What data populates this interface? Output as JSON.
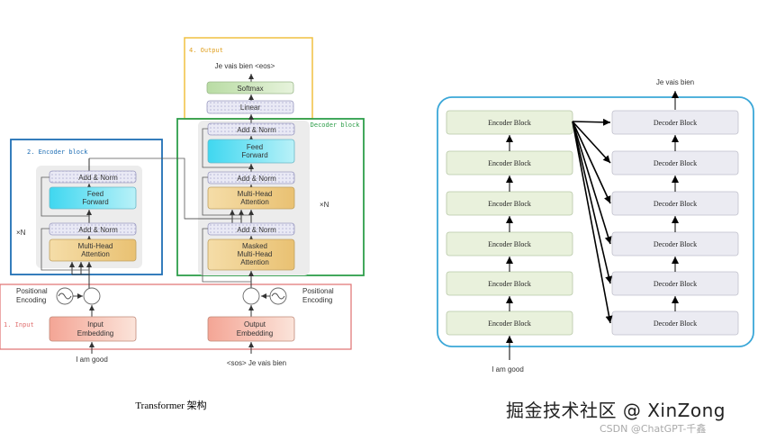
{
  "left": {
    "caption": "Transformer 架构",
    "sections": {
      "output": "4. Output",
      "decoder": "3. Decoder block",
      "encoder": "2. Encoder block",
      "input": "1. Input"
    },
    "output_text": "Je vais bien <eos>",
    "softmax": "Softmax",
    "linear": "Linear",
    "add_norm": "Add & Norm",
    "feed_forward": [
      "Feed",
      "Forward"
    ],
    "multi_head": [
      "Multi-Head",
      "Attention"
    ],
    "masked_multi_head": [
      "Masked",
      "Multi-Head",
      "Attention"
    ],
    "nx": "×N",
    "positional_encoding": [
      "Positional",
      "Encoding"
    ],
    "input_embedding": [
      "Input",
      "Embedding"
    ],
    "output_embedding": [
      "Output",
      "Embedding"
    ],
    "input_text": "I am good",
    "decoder_input_text": "<sos> Je vais bien"
  },
  "right": {
    "output_text": "Je vais bien",
    "input_text": "I am good",
    "encoder_label": "Encoder Block",
    "decoder_label": "Decoder Block",
    "encoder_count": 6,
    "decoder_count": 6
  },
  "watermark": {
    "main": "掘金技术社区 @ XinZong",
    "sub": "CSDN @ChatGPT-千鑫"
  },
  "colors": {
    "encoder_border": "#1f6fb5",
    "decoder_border": "#2e9e4a",
    "output_border": "#f0c040",
    "input_border": "#e07070",
    "right_frame": "#3ba7d8",
    "addnorm_fill": "#e6e6f2",
    "ff_fill": "#5fdff0",
    "attn_fill": "#f2d49a",
    "emb_fill": "#f7c6bc",
    "softmax_fill": "#cfe5bb",
    "enc_block_fill": "#e9f1dc",
    "dec_block_fill": "#ebebf2"
  }
}
